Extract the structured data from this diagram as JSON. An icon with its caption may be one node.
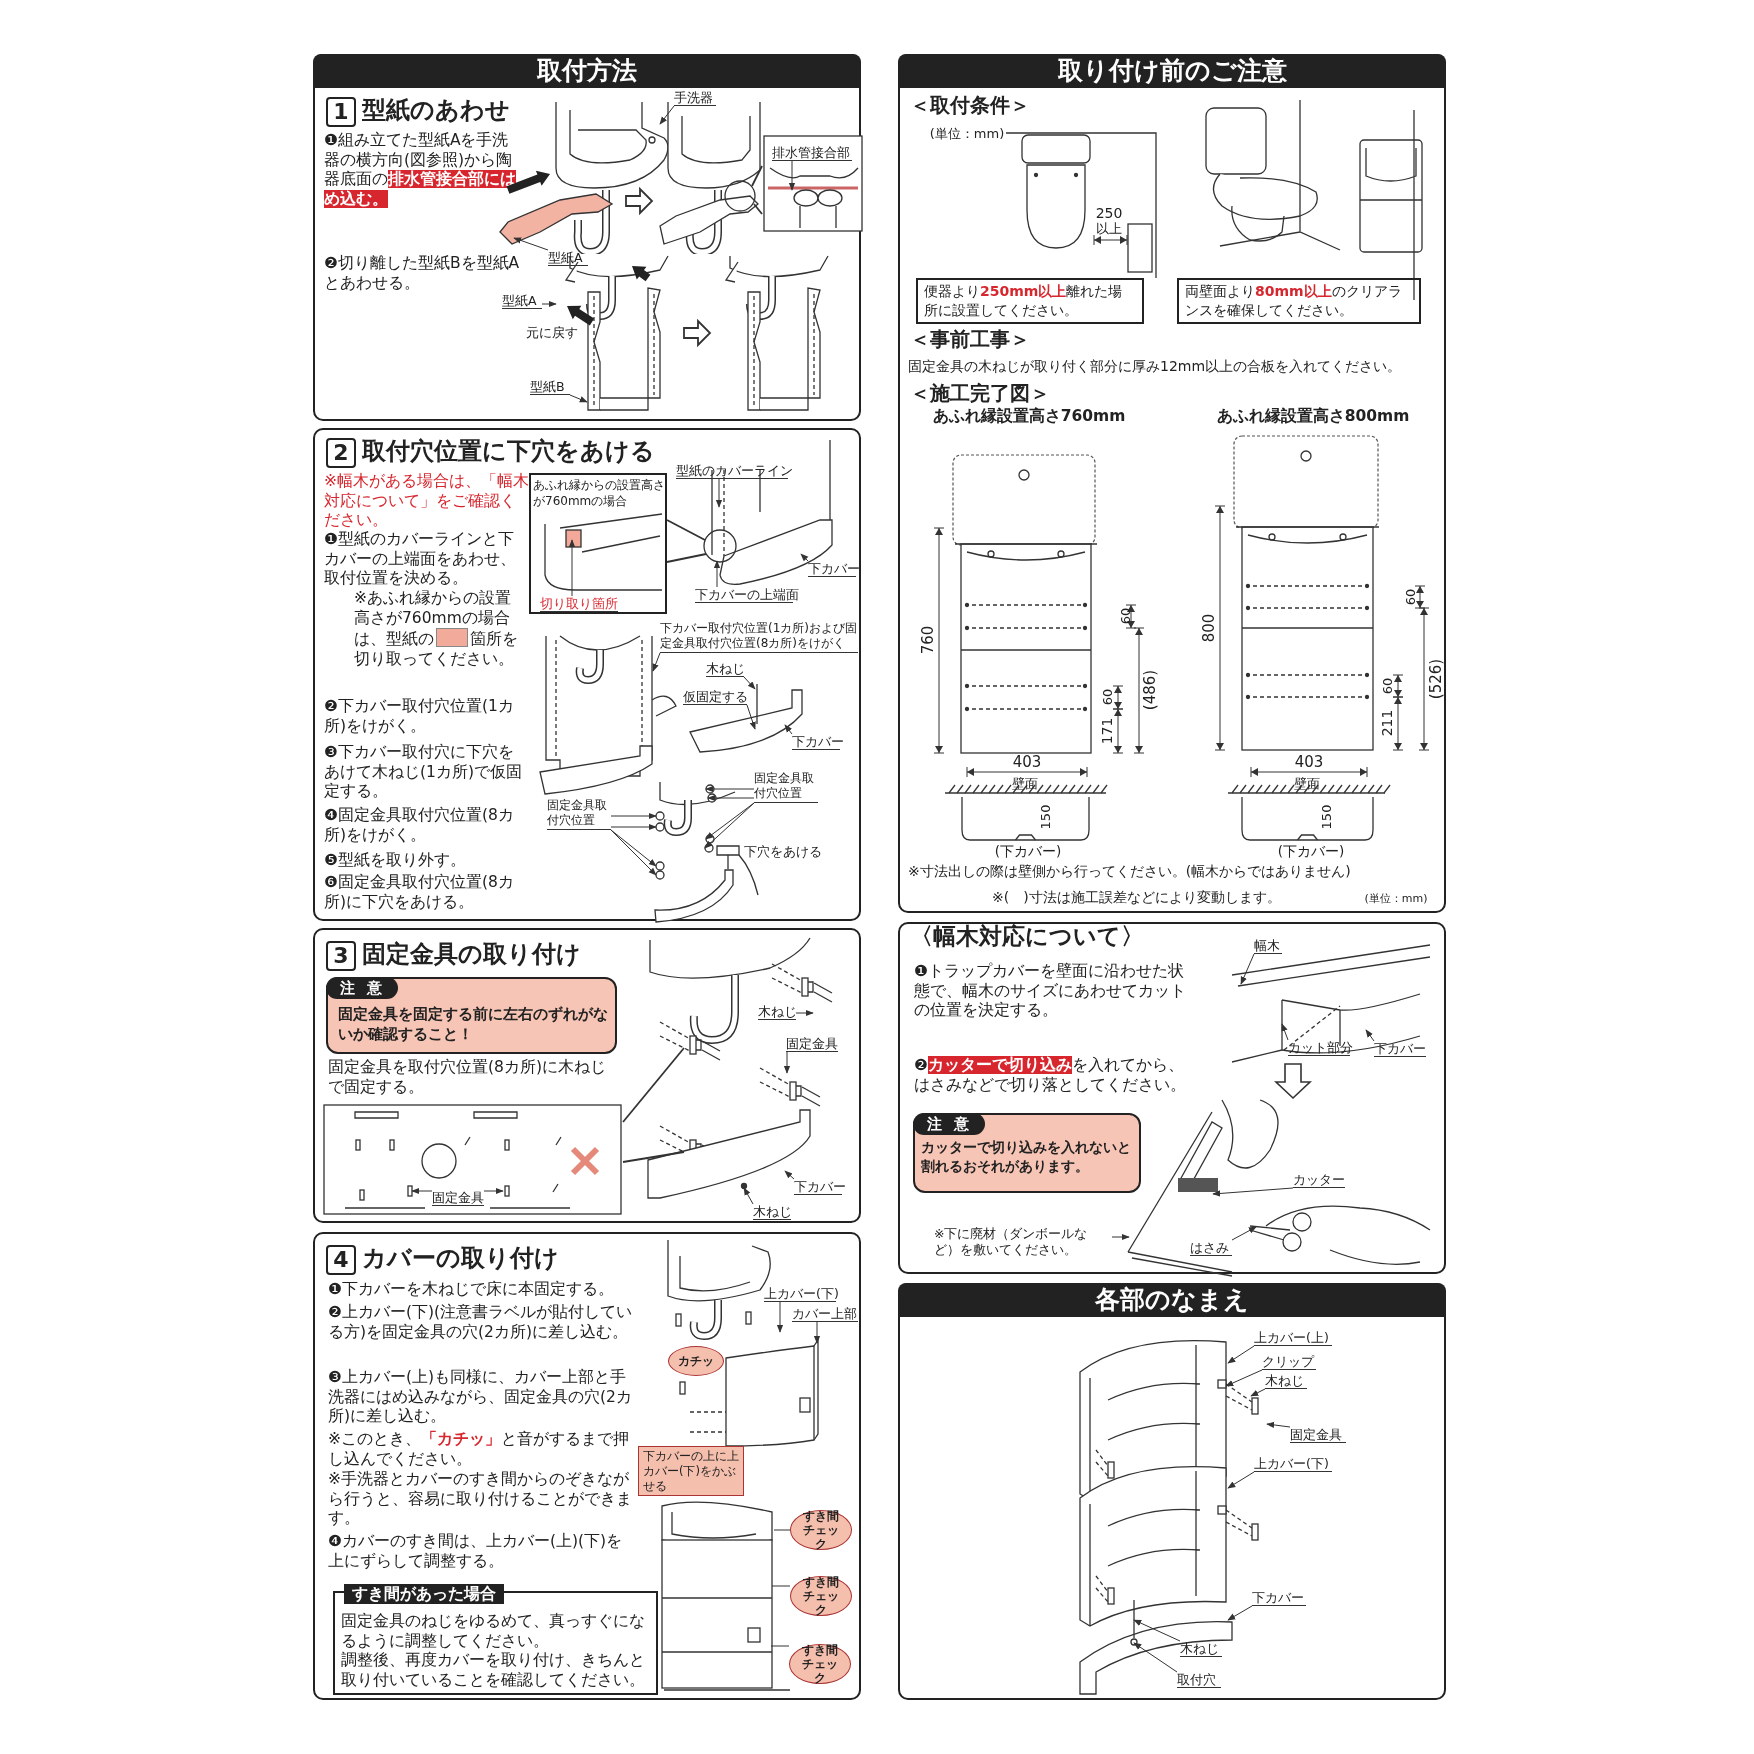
{
  "diagram": {
    "nodes": [
      {
        "text": [
          "取付方法",
          "1",
          "型紙のあわせ",
          "❶組み立てた型紙Aを手洗器の横方向(図参照)から陶器底面の**排水管接合部にはめ込む。**",
          "❷切り離した型紙Bを型紙Aとあわせる。"
        ]
      },
      {
        "text": [
          "手洗器"
        ],
        "in": 0
      },
      {
        "text": [],
        "shape": "picture",
        "in": 0
      },
      {
        "text": [
          "型紙A"
        ],
        "in": 0
      },
      {
        "text": [],
        "shape": "picture",
        "in": 0
      },
      {
        "text": [],
        "shape": "picture",
        "in": 0
      },
      {
        "text": [
          "排水管接合部"
        ],
        "in": 5
      },
      {
        "text": [
          "型紙A"
        ],
        "in": 0
      },
      {
        "text": [],
        "shape": "picture",
        "in": 0
      },
      {
        "text": [
          "型紙B"
        ],
        "in": 0
      },
      {
        "text": [],
        "shape": "picture",
        "in": 0
      },
      {
        "text": [
          "2",
          "取付穴位置に下穴をあける",
          "※幅木がある場合は、「幅木対応について」をご確認ください。",
          "❶型紙のカバーラインと下カバーの上端面をあわせ、取付位置を決める。",
          "※あふれ縁からの設置高さが760mmの場合は、型紙の",
          "箇所を切り取ってください。",
          "❷下カバー取付穴位置(1カ所)をけがく。",
          "❸下カバー取付穴に下穴をあけて木ねじ(1カ所)で仮固定する。",
          "❹固定金具取付穴位置(8カ所)をけがく。",
          "❺型紙を取り外す。",
          "❻固定金具取付穴位置(8カ所)に下穴をあける。"
        ]
      },
      {
        "text": [
          "あふれ縁からの設置高さが760mmの場合"
        ],
        "in": 11
      },
      {
        "text": [],
        "shape": "picture",
        "in": 12
      },
      {
        "text": [
          "切り取り箇所"
        ],
        "in": 12
      },
      {
        "text": [
          "型紙のカバーライン"
        ],
        "in": 11
      },
      {
        "text": [],
        "shape": "picture",
        "in": 11
      },
      {
        "text": [
          "下カバー"
        ],
        "in": 11
      },
      {
        "text": [
          "下カバーの上端面"
        ],
        "in": 11
      },
      {
        "text": [],
        "shape": "picture",
        "in": 11
      },
      {
        "text": [
          "下カバー取付穴位置(1カ所)および固定金具取付穴位置(8カ所)をけがく"
        ],
        "in": 11
      },
      {
        "text": [],
        "shape": "picture",
        "in": 11
      },
      {
        "text": [
          "木ねじ"
        ],
        "in": 11
      },
      {
        "text": [
          "仮固定する"
        ],
        "in": 11
      },
      {
        "text": [
          "下カバー"
        ],
        "in": 11
      },
      {
        "text": [],
        "shape": "picture",
        "in": 11
      },
      {
        "text": [
          "固定金具取付穴位置"
        ],
        "in": 11
      },
      {
        "text": [
          "固定金具取付穴位置"
        ],
        "in": 11
      },
      {
        "text": [
          "3",
          "固定金具の取り付け",
          "固定金具を取付穴位置(8カ所)に木ねじで固定する。"
        ]
      },
      {
        "text": [
          "注意",
          "固定金具を固定する前に左右のずれがないか確認すること！"
        ],
        "in": 28
      },
      {
        "text": [],
        "shape": "picture",
        "in": 28
      },
      {
        "text": [
          "固定金具"
        ],
        "in": 30
      },
      {
        "text": [],
        "shape": "picture",
        "in": 28
      },
      {
        "text": [
          "木ねじ"
        ],
        "in": 32
      },
      {
        "text": [
          "固定金具"
        ],
        "in": 32
      },
      {
        "text": [
          "下カバー"
        ],
        "in": 28
      },
      {
        "text": [
          "木ねじ"
        ],
        "in": 28
      },
      {
        "text": [
          "4",
          "カバーの取り付け",
          "❶下カバーを木ねじで床に本固定する。",
          "❷上カバー(下)(注意書ラベルが貼付している方)を固定金具の穴(2カ所)に差し込む。",
          "❸上カバー(上)も同様に、カバー上部と手洗器にはめ込みながら、固定金具の穴(2カ所)に差し込む。",
          "※このとき、**「カチッ」**と音がするまで押し込んでください。",
          "※手洗器とカバーのすき間からのぞきながら行うと、容易に取り付けることができます。",
          "❹カバーのすき間は、上カバー(上)(下)を上にずらして調整する。"
        ]
      },
      {
        "text": [
          "すき間があった場合",
          "固定金具のねじをゆるめて、真っすぐになるように調整してください。",
          "調整後、再度カバーを取り付け、きちんと取り付いていることを確認してください。"
        ],
        "in": 37
      },
      {
        "text": [
          "上カバー(下)"
        ],
        "in": 37
      },
      {
        "text": [
          "カバー上部"
        ],
        "in": 37
      },
      {
        "text": [],
        "shape": "picture",
        "in": 37
      },
      {
        "text": [
          "カチッ"
        ],
        "in": 41
      },
      {
        "text": [
          "下カバーの上に上カバー(下)をかぶせる"
        ],
        "in": 37
      },
      {
        "text": [],
        "shape": "picture",
        "in": 37
      },
      {
        "text": [
          "すき間チェック"
        ],
        "in": 37
      },
      {
        "text": [
          "すき間チェック"
        ],
        "in": 37
      },
      {
        "text": [
          "すき間チェック"
        ],
        "in": 37
      },
      {
        "text": [
          "取り付け前のご注意",
          "＜取付条件＞",
          "＜事前工事＞",
          "固定金具の木ねじが取り付く部分に厚み12mm以上の合板を入れてください。",
          "＜施工完了図＞",
          "※寸法出しの際は壁側から行ってください。(幅木からではありません)",
          "※(　)寸法は施工誤差などにより変動します。"
        ]
      },
      {
        "text": [
          "便器より**250mm以上**離れた場所に設置してください。"
        ],
        "in": 48
      },
      {
        "text": [
          "両壁面より**80mm以上**のクリアランスを確保してください。"
        ],
        "in": 48
      },
      {
        "text": [
          "〈幅木対応について〉",
          "❶トラップカバーを壁面に沿わせた状態で、幅木のサイズにあわせてカットの位置を決定する。",
          "❷**カッターで切り込み**を入れてから、はさみなどで切り落としてください。"
        ]
      },
      {
        "text": [
          "注意",
          "カッターで切り込みを入れないと割れるおそれがあります。"
        ],
        "in": 51
      },
      {
        "text": [
          "※下に廃材（ダンボールなど）を敷いてください。"
        ],
        "in": 51
      },
      {
        "text": [
          "幅木"
        ],
        "in": 51
      },
      {
        "text": [],
        "shape": "picture",
        "in": 51
      },
      {
        "text": [
          "カット部分"
        ],
        "in": 55
      },
      {
        "text": [
          "下カバー"
        ],
        "in": 55
      },
      {
        "text": [],
        "shape": "picture",
        "in": 51
      },
      {
        "text": [
          "カッター"
        ],
        "in": 58
      },
      {
        "text": [
          "はさみ"
        ],
        "in": 58
      },
      {
        "text": [
          "各部のなまえ"
        ]
      },
      {
        "text": [],
        "shape": "picture",
        "in": 61
      },
      {
        "text": [
          "上カバー(上)"
        ],
        "in": 61
      },
      {
        "text": [
          "クリップ"
        ],
        "in": 61
      },
      {
        "text": [
          "木ねじ"
        ],
        "in": 61
      },
      {
        "text": [
          "固定金具"
        ],
        "in": 61
      },
      {
        "text": [
          "上カバー(下)"
        ],
        "in": 61
      },
      {
        "text": [
          "下カバー"
        ],
        "in": 61
      },
      {
        "text": [
          "木ねじ"
        ],
        "in": 62
      },
      {
        "text": [
          "取付穴"
        ],
        "in": 62
      }
    ],
    "edges": [
      {
        "from": 1,
        "to": 2,
        "arrow": "to"
      },
      {
        "from": 6,
        "to": 5,
        "arrow": "to"
      },
      {
        "from": 3,
        "to": 2,
        "arrow": "to"
      },
      {
        "from": 7,
        "to": 8,
        "arrow": "to"
      },
      {
        "from": 9,
        "to": 8,
        "arrow": "to"
      },
      {
        "from": 14,
        "to": 13,
        "arrow": "to"
      },
      {
        "from": 15,
        "to": 16,
        "arrow": "to"
      },
      {
        "from": 17,
        "to": 16,
        "arrow": "to"
      },
      {
        "from": 18,
        "to": 16,
        "arrow": "to"
      },
      {
        "from": 20,
        "to": 19,
        "arrow": "to"
      },
      {
        "from": 22,
        "to": 21,
        "arrow": "to"
      },
      {
        "from": 23,
        "to": 21,
        "arrow": "to"
      },
      {
        "from": 24,
        "to": 21,
        "arrow": "to"
      },
      {
        "from": 26,
        "to": 25,
        "arrow": "to"
      },
      {
        "from": 26,
        "to": 25,
        "arrow": "to"
      },
      {
        "from": 26,
        "to": 25,
        "arrow": "to"
      },
      {
        "from": 26,
        "to": 25,
        "arrow": "to"
      },
      {
        "from": 27,
        "to": 25,
        "arrow": "to"
      },
      {
        "from": 27,
        "to": 25,
        "arrow": "to"
      },
      {
        "from": 27,
        "to": 25,
        "arrow": "to"
      },
      {
        "from": 27,
        "to": 25,
        "arrow": "to"
      },
      {
        "from": 31,
        "to": 30,
        "arrow": "to"
      },
      {
        "from": 31,
        "to": 30,
        "arrow": "to"
      },
      {
        "from": 33,
        "to": 32,
        "arrow": "to"
      },
      {
        "from": 34,
        "to": 32,
        "arrow": "to"
      },
      {
        "from": 35,
        "to": 32,
        "arrow": "to"
      },
      {
        "from": 36,
        "to": 32,
        "arrow": "to"
      },
      {
        "from": 39,
        "to": 41,
        "arrow": "to"
      },
      {
        "from": 40,
        "to": 41,
        "arrow": "to"
      },
      {
        "from": 45,
        "to": 44,
        "arrow": "none"
      },
      {
        "from": 46,
        "to": 44,
        "arrow": "none"
      },
      {
        "from": 47,
        "to": 44,
        "arrow": "none"
      },
      {
        "from": 53,
        "to": 58,
        "arrow": "to"
      },
      {
        "from": 54,
        "to": 55,
        "arrow": "to"
      },
      {
        "from": 56,
        "to": 55,
        "arrow": "to"
      },
      {
        "from": 57,
        "to": 55,
        "arrow": "to"
      },
      {
        "from": 59,
        "to": 58,
        "arrow": "to"
      },
      {
        "from": 60,
        "to": 58,
        "arrow": "to"
      },
      {
        "from": 63,
        "to": 62,
        "arrow": "to"
      },
      {
        "from": 64,
        "to": 62,
        "arrow": "to"
      },
      {
        "from": 65,
        "to": 62,
        "arrow": "to"
      },
      {
        "from": 66,
        "to": 62,
        "arrow": "to"
      },
      {
        "from": 67,
        "to": 62,
        "arrow": "to"
      },
      {
        "from": 68,
        "to": 62,
        "arrow": "to"
      },
      {
        "from": 69,
        "to": 62,
        "arrow": "to"
      },
      {
        "from": 70,
        "to": 62,
        "arrow": "to"
      },
      {
        "from": 12,
        "to": 16,
        "arrow": "none"
      },
      {
        "from": 55,
        "to": 58,
        "arrow": "to"
      },
      {
        "from": 2,
        "to": 4,
        "arrow": "to"
      },
      {
        "from": 8,
        "to": 10,
        "arrow": "to"
      },
      {
        "from": 5,
        "to": 4,
        "arrow": "none"
      },
      {
        "from": 30,
        "to": 32,
        "arrow": "none"
      },
      {
        "from": 12,
        "to": 16,
        "arrow": "none"
      },
      {
        "from": 5,
        "to": 4,
        "arrow": "none"
      },
      {
        "from": 30,
        "to": 32,
        "arrow": "none"
      }
    ],
    "labels": [
      "元に戻す",
      "下穴をあける",
      "(単位：mm)",
      "250",
      "以上",
      "あふれ縁設置高さ760mm",
      "あふれ縁設置高さ800mm",
      "760",
      "60",
      "(486)",
      "60",
      "171",
      "403",
      "壁面",
      "150",
      "(下カバー)",
      "800",
      "60",
      "(526)",
      "60",
      "211",
      "403",
      "壁面",
      "150",
      "(下カバー)",
      "(単位：mm)"
    ]
  }
}
